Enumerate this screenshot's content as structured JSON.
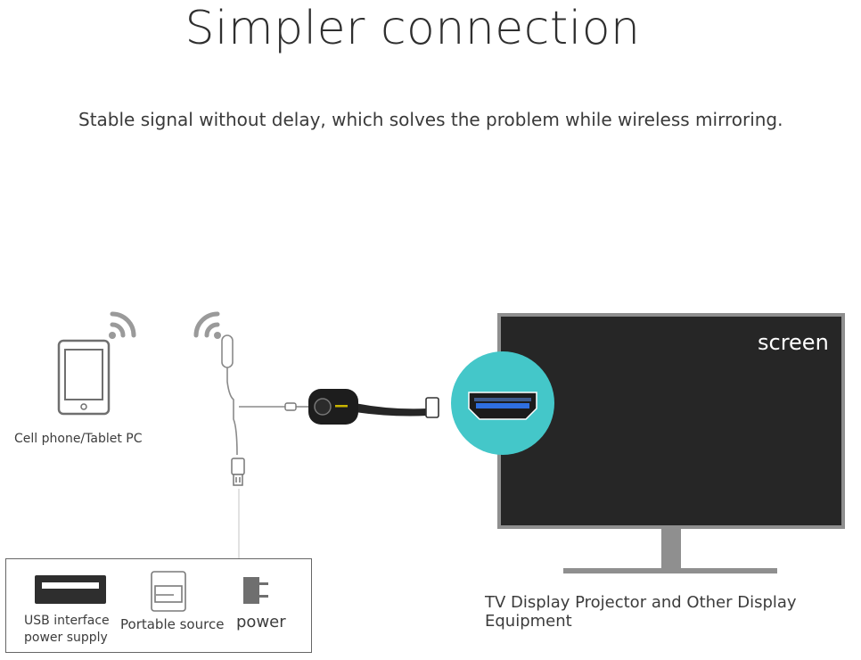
{
  "title": "Simpler connection",
  "subtitle": "Stable signal without delay, which solves the problem while wireless mirroring.",
  "device_label": "Cell phone/Tablet PC",
  "screen_label": "screen",
  "display_label": "TV Display Projector and Other Display Equipment",
  "power_sources": [
    {
      "label_line1": "USB interface",
      "label_line2": "power supply",
      "icon": "usb-port-icon"
    },
    {
      "label_line1": "Portable source",
      "icon": "power-bank-icon"
    },
    {
      "label_line1": "power",
      "icon": "power-adapter-icon"
    }
  ],
  "colors": {
    "tv_screen": "#262626",
    "tv_frame": "#8f8f8f",
    "hdmi_circle": "#44c7c9",
    "wifi_icon": "#9a9a9a",
    "hdmi_glow": "#2f6fe0"
  }
}
